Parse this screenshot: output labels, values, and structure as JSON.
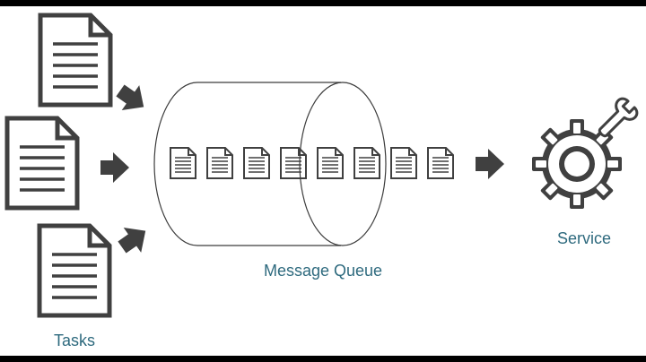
{
  "labels": {
    "tasks": "Tasks",
    "queue": "Message Queue",
    "service": "Service"
  },
  "icons": {
    "task_document": "document-icon",
    "queued_message": "message-document-icon",
    "arrow": "arrow-right-icon",
    "service": "gear-icon",
    "service_tool": "wrench-icon",
    "queue": "cylinder-queue-icon"
  },
  "colors": {
    "label": "#2e6a7e",
    "icon_stroke": "#404040",
    "arrow": "#404040",
    "outline": "#3c3c3c",
    "frame": "#000000",
    "background": "#ffffff"
  },
  "queue": {
    "message_count": 8
  },
  "tasks": {
    "count": 3
  }
}
